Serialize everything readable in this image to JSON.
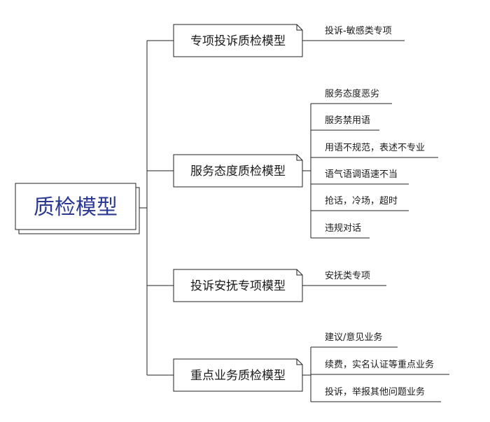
{
  "root": {
    "label": "质检模型"
  },
  "branches": [
    {
      "label": "专项投诉质检模型",
      "children": [
        "投诉-敏感类专项"
      ]
    },
    {
      "label": "服务态度质检模型",
      "children": [
        "服务态度恶劣",
        "服务禁用语",
        "用语不规范，表述不专业",
        "语气语调语速不当",
        "抢话，冷场，超时",
        "违规对话"
      ]
    },
    {
      "label": "投诉安抚专项模型",
      "children": [
        "安抚类专项"
      ]
    },
    {
      "label": "重点业务质检模型",
      "children": [
        "建议/意见业务",
        "续费，实名认证等重点业务",
        "投诉，举报其他问题业务"
      ]
    }
  ]
}
